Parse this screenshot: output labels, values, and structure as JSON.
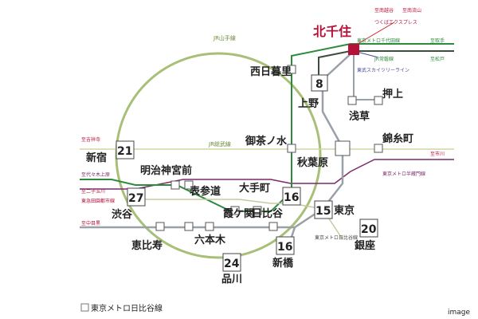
{
  "lines": {
    "yamanote": "JR山手線",
    "sobu": "JR総武線",
    "chiyoda": "東京メトロ千代田線",
    "joban": "JR常磐線",
    "skytree": "東武スカイツリーライン",
    "tsukuba": "つくばエクスプレス",
    "hibiya_label": "東京メトロ日比谷線",
    "hanzomon": "東京メトロ半蔵門線",
    "hibiya_small": "東京メトロ日比谷線",
    "toyoko": "東急田園都市線",
    "hanzomon_color": "#7a2a6a",
    "chiyoda_color": "#2e8b3e",
    "hibiya_color": "#9aa0a8",
    "yamanote_color": "#9cb56a",
    "highlight_color": "#b5123a"
  },
  "edges": {
    "top_small1": "至南越谷",
    "top_small2": "至南流山",
    "right_small1": "至取手",
    "right_small2": "至松戸",
    "right_small3": "至市川",
    "left_small1": "至吉祥寺",
    "left_small2": "至代々木上原",
    "left_small3": "至二子玉川",
    "left_small4": "至中目黒"
  },
  "stations": {
    "kitasenju": "北千住",
    "nishinippori": "西日暮里",
    "ueno": "上野",
    "minowa": "押上",
    "asakusa": "浅草",
    "ochanomizu": "御茶ノ水",
    "kinshicho": "錦糸町",
    "akihabara": "秋葉原",
    "shinjuku": "新宿",
    "meiji": "明治神宮前",
    "omotesando": "表参道",
    "otemachi": "大手町",
    "shibuya": "渋谷",
    "kasumigaseki": "霞ケ関",
    "hibiya": "日比谷",
    "tokyo": "東京",
    "ebisu": "恵比寿",
    "roppongi": "六本木",
    "ginza": "銀座",
    "shinbashi": "新橋",
    "shinagawa": "品川"
  },
  "times": {
    "ueno": "8",
    "shinjuku": "21",
    "shibuya": "27",
    "otemachi": "16",
    "tokyo": "15",
    "ginza": "20",
    "shinbashi": "16",
    "shinagawa": "24"
  },
  "legend": "東京メトロ日比谷線",
  "watermark": "image"
}
